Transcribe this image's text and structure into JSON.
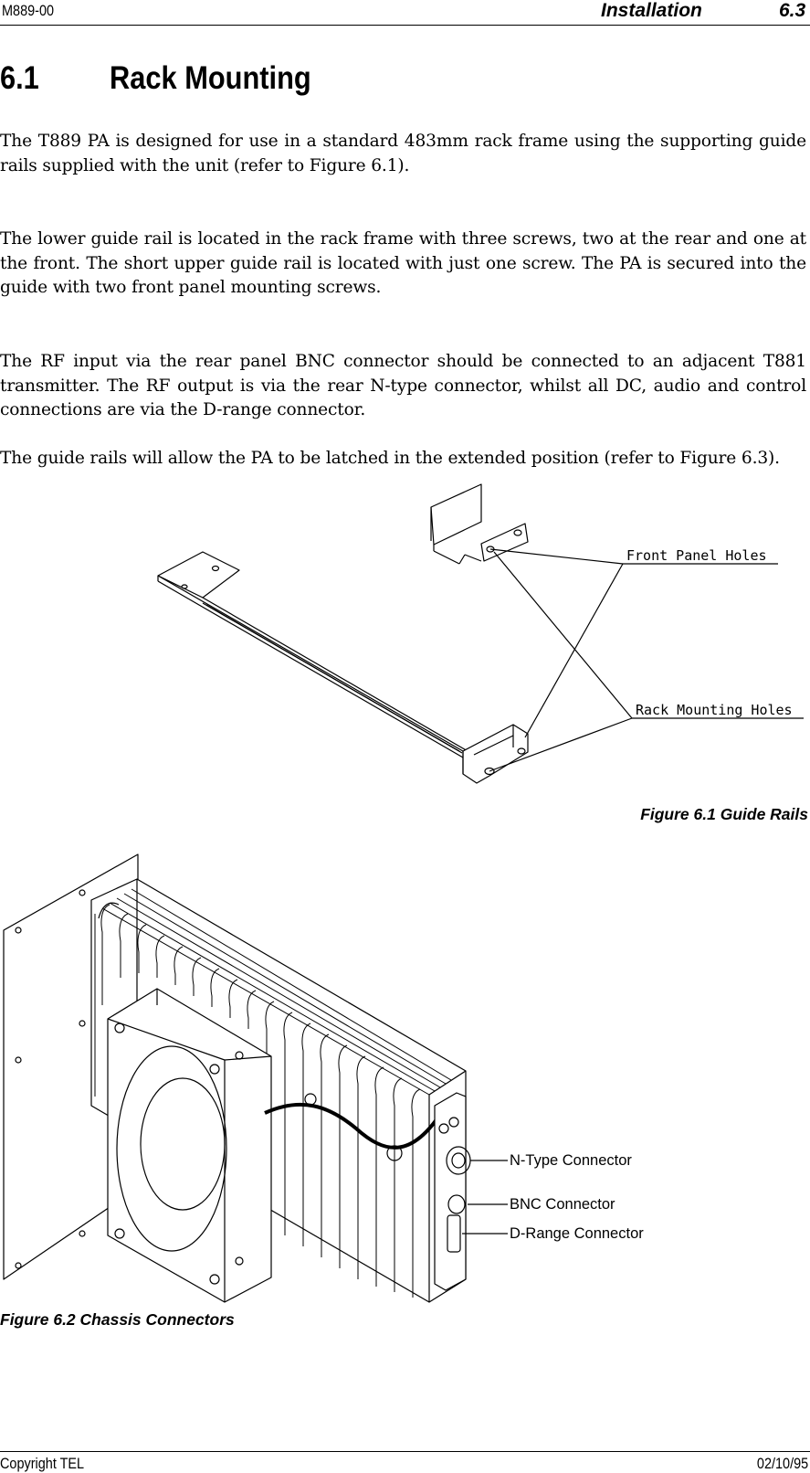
{
  "header": {
    "doc_code": "M889-00",
    "section_name": "Installation",
    "page_number": "6.3"
  },
  "section": {
    "number": "6.1",
    "title": "Rack Mounting"
  },
  "paragraphs": [
    "The T889 PA is designed for use in a standard 483mm rack frame using the supporting guide rails supplied with the unit (refer to Figure 6.1).",
    "The lower guide rail is located in the rack frame with three screws, two at the rear and one at the front.  The short upper guide rail is located with just one screw.  The PA is secured into the guide with two front panel mounting screws.",
    "The RF input via the rear panel BNC connector should be connected to an adjacent T881 transmitter.  The RF output is via the rear N-type connector, whilst all DC, audio and control connections are via the D-range connector.",
    "The guide rails will allow the PA to be latched in the extended position (refer to Figure 6.3)."
  ],
  "figure1": {
    "caption": "Figure 6.1   Guide Rails",
    "labels": {
      "front_panel_holes": "Front Panel Holes",
      "rack_mounting_holes": "Rack Mounting Holes"
    }
  },
  "figure2": {
    "caption": "Figure 6.2   Chassis Connectors",
    "labels": {
      "n_type": "N-Type Connector",
      "bnc": "BNC Connector",
      "d_range": "D-Range Connector"
    }
  },
  "footer": {
    "copyright": "Copyright TEL",
    "date": "02/10/95"
  }
}
